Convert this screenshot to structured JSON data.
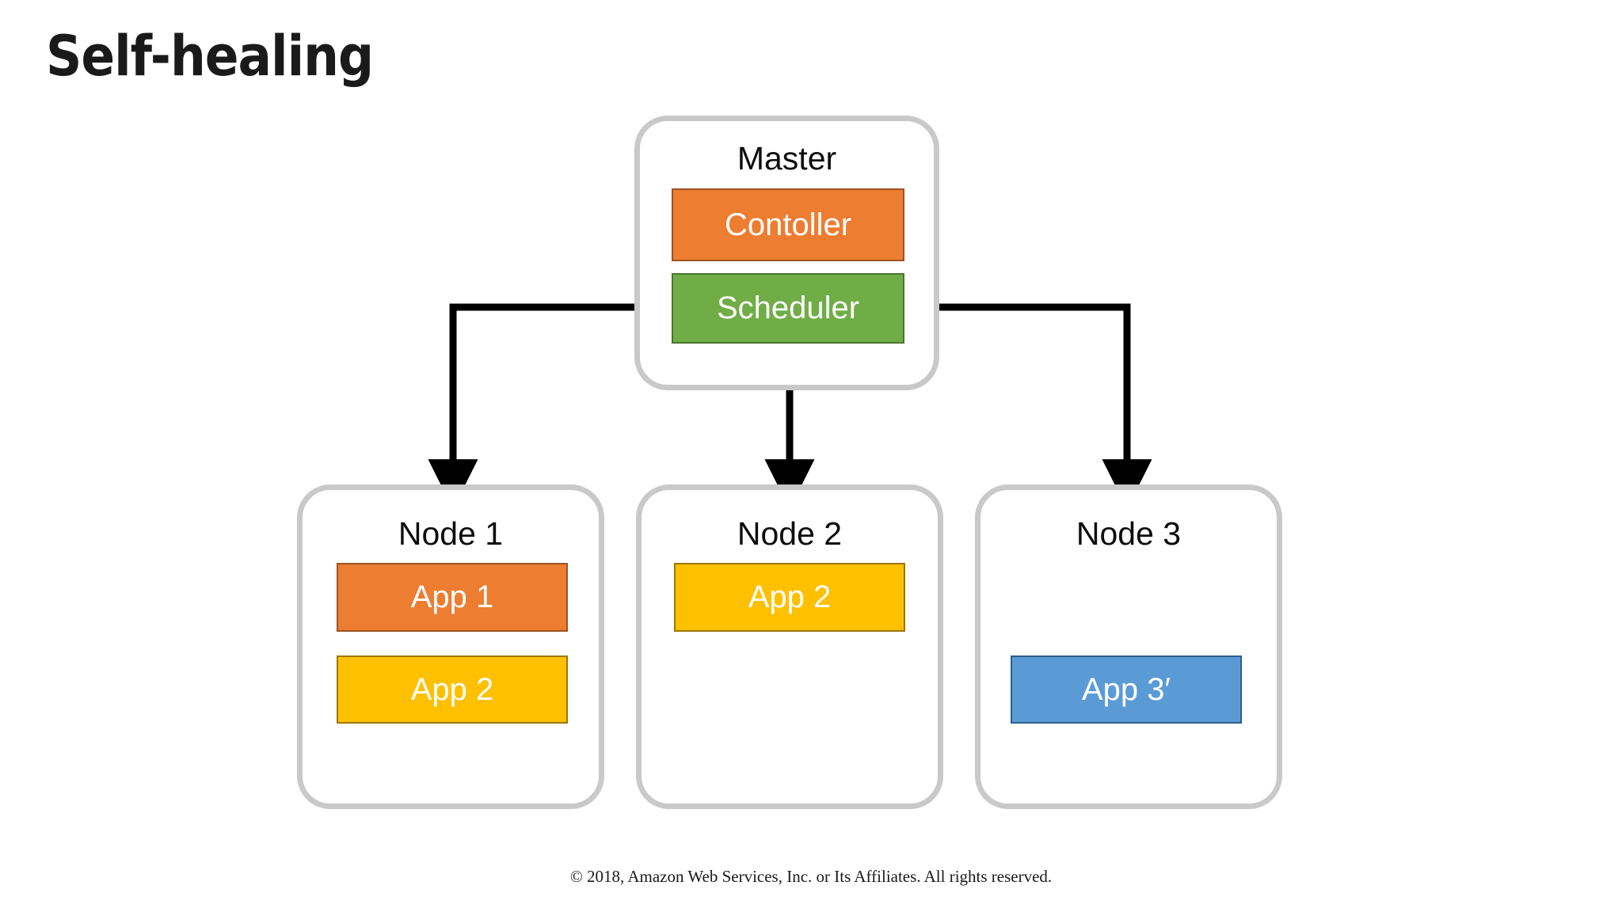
{
  "slide": {
    "title": "Self-healing",
    "footer": "© 2018, Amazon Web Services, Inc. or Its Affiliates. All rights reserved."
  },
  "colors": {
    "orange": "#ED7D31",
    "green": "#70AD47",
    "yellow": "#FFC000",
    "blue": "#5B9BD5",
    "box_border": "#C9C9C9",
    "connector": "#000000",
    "title_text": "#1A1A1A"
  },
  "master": {
    "label": "Master",
    "components": [
      {
        "label": "Contoller",
        "color": "#ED7D31"
      },
      {
        "label": "Scheduler",
        "color": "#70AD47"
      }
    ]
  },
  "nodes": [
    {
      "label": "Node 1",
      "apps": [
        {
          "label": "App 1",
          "color": "#ED7D31"
        },
        {
          "label": "App 2",
          "color": "#FFC000"
        }
      ]
    },
    {
      "label": "Node 2",
      "apps": [
        {
          "label": "App 2",
          "color": "#FFC000"
        }
      ]
    },
    {
      "label": "Node 3",
      "apps": [
        {
          "label": "App 3′",
          "color": "#5B9BD5"
        }
      ]
    }
  ],
  "connectors": [
    {
      "from": "Scheduler",
      "to": "Node 1",
      "direction": "down"
    },
    {
      "from": "Scheduler",
      "to": "Node 2",
      "direction": "down"
    },
    {
      "from": "Scheduler",
      "to": "Node 3",
      "direction": "down"
    }
  ]
}
